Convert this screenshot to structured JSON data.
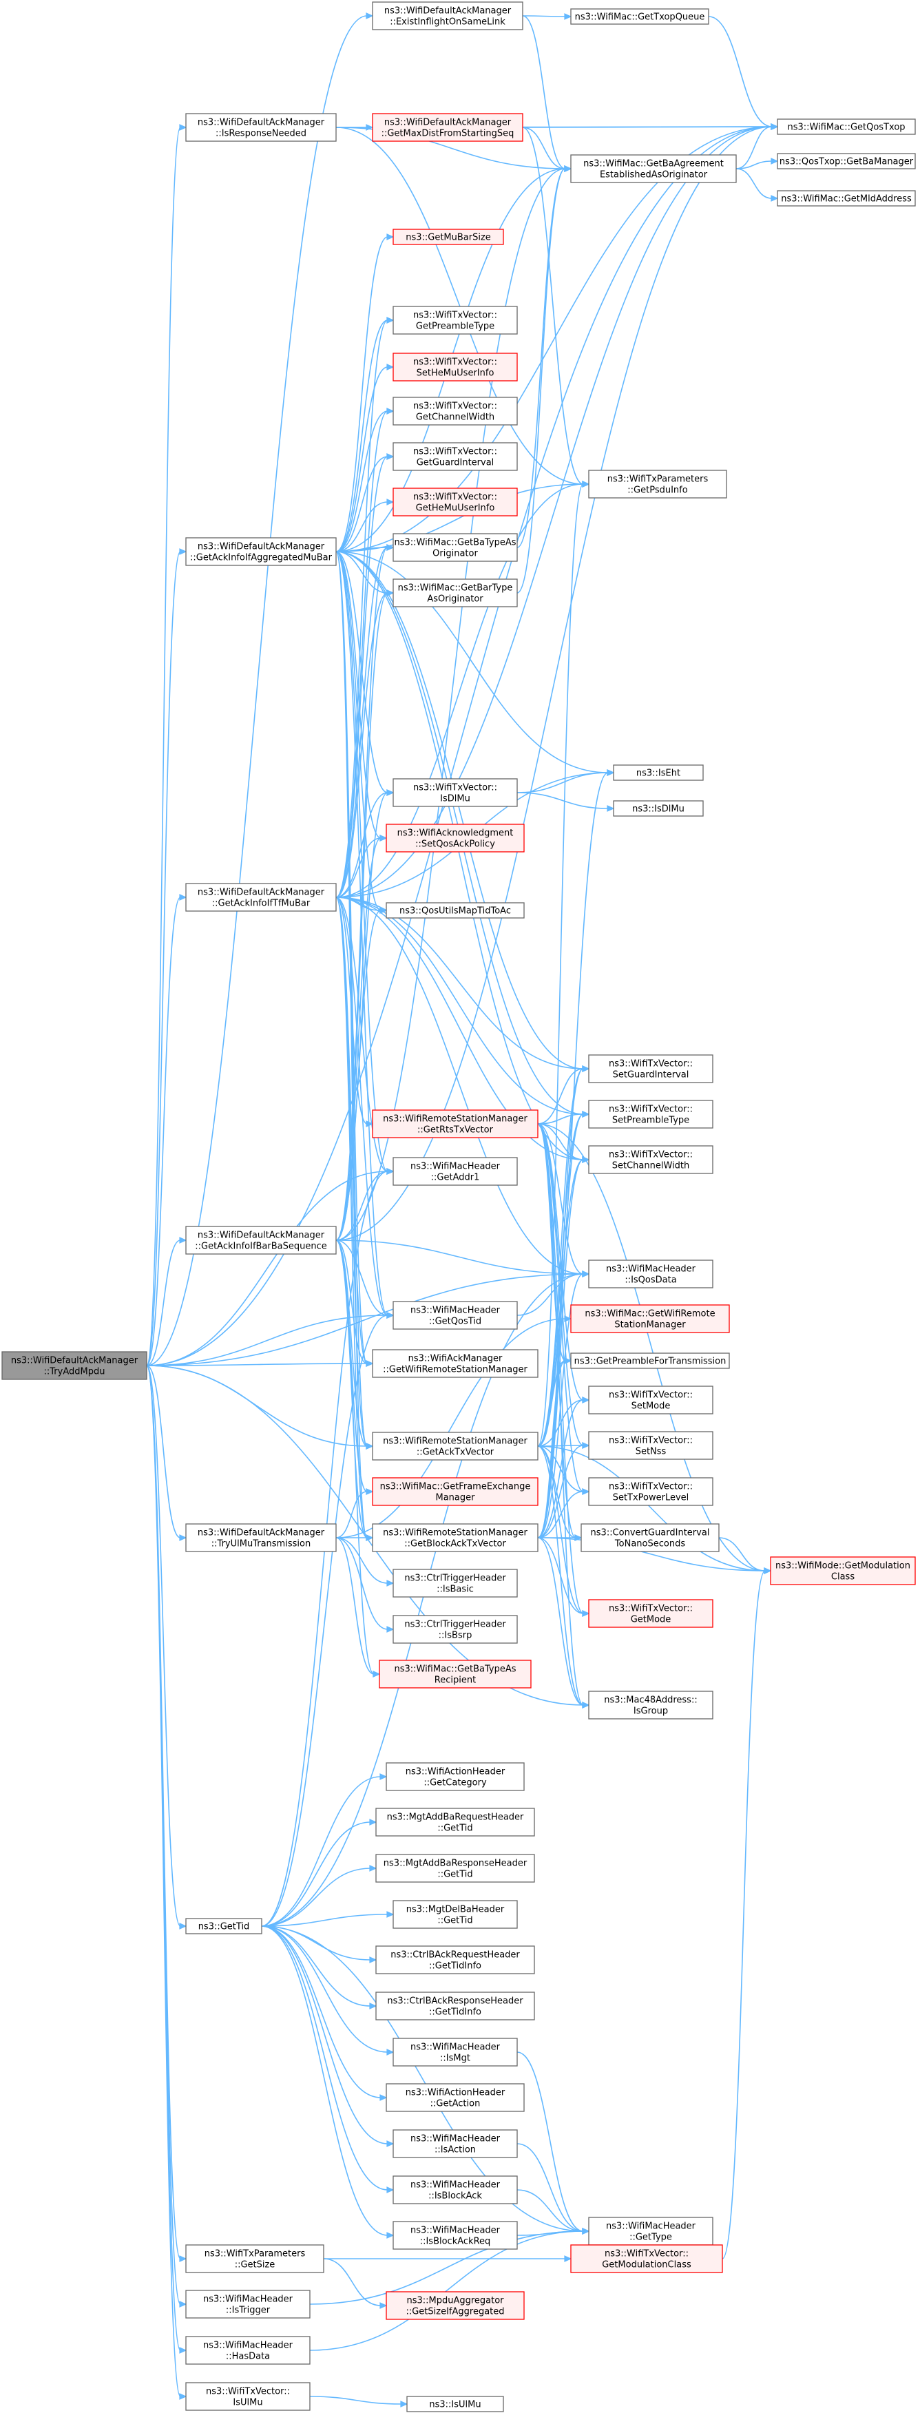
{
  "graph_title": "",
  "colors": {
    "edge": "#63b8ff",
    "node_border": "#666666",
    "node_fill": "#ffffff",
    "root_fill": "#999999",
    "root_border": "#666666",
    "error_border": "#ff0000",
    "error_fill": "#fff0f0",
    "text": "#000000"
  },
  "nodes": [
    {
      "id": "root",
      "lines": [
        "ns3::WifiDefaultAckManager",
        "::TryAddMpdu"
      ],
      "style": "root"
    },
    {
      "id": "n1",
      "lines": [
        "ns3::WifiDefaultAckManager",
        "::ExistInflightOnSameLink"
      ],
      "style": "normal"
    },
    {
      "id": "n2",
      "lines": [
        "ns3::WifiMac::GetTxopQueue"
      ],
      "style": "normal"
    },
    {
      "id": "n3",
      "lines": [
        "ns3::WifiMac::GetQosTxop"
      ],
      "style": "normal"
    },
    {
      "id": "n4",
      "lines": [
        "ns3::WifiDefaultAckManager",
        "::IsResponseNeeded"
      ],
      "style": "normal"
    },
    {
      "id": "n5",
      "lines": [
        "ns3::WifiDefaultAckManager",
        "::GetMaxDistFromStartingSeq"
      ],
      "style": "error"
    },
    {
      "id": "n6",
      "lines": [
        "ns3::WifiMac::GetBaAgreement",
        "EstablishedAsOriginator"
      ],
      "style": "normal"
    },
    {
      "id": "n7",
      "lines": [
        "ns3::QosTxop::GetBaManager"
      ],
      "style": "normal"
    },
    {
      "id": "n8",
      "lines": [
        "ns3::WifiMac::GetMldAddress"
      ],
      "style": "normal"
    },
    {
      "id": "n9",
      "lines": [
        "ns3::GetMuBarSize"
      ],
      "style": "error"
    },
    {
      "id": "n10",
      "lines": [
        "ns3::WifiTxVector::",
        "GetPreambleType"
      ],
      "style": "normal"
    },
    {
      "id": "n11",
      "lines": [
        "ns3::WifiTxParameters",
        "::GetPsduInfo"
      ],
      "style": "normal"
    },
    {
      "id": "n12",
      "lines": [
        "ns3::WifiTxVector::",
        "SetHeMuUserInfo"
      ],
      "style": "error"
    },
    {
      "id": "n13",
      "lines": [
        "ns3::WifiDefaultAckManager",
        "::GetAckInfoIfAggregatedMuBar"
      ],
      "style": "normal"
    },
    {
      "id": "n14",
      "lines": [
        "ns3::WifiTxVector::",
        "GetChannelWidth"
      ],
      "style": "normal"
    },
    {
      "id": "n15",
      "lines": [
        "ns3::WifiTxVector::",
        "GetGuardInterval"
      ],
      "style": "normal"
    },
    {
      "id": "n16",
      "lines": [
        "ns3::WifiTxVector::",
        "GetHeMuUserInfo"
      ],
      "style": "error"
    },
    {
      "id": "n17",
      "lines": [
        "ns3::WifiMac::GetBaTypeAs",
        "Originator"
      ],
      "style": "normal"
    },
    {
      "id": "n18",
      "lines": [
        "ns3::WifiMac::GetBarType",
        "AsOriginator"
      ],
      "style": "normal"
    },
    {
      "id": "n19",
      "lines": [
        "ns3::IsEht"
      ],
      "style": "normal"
    },
    {
      "id": "n20",
      "lines": [
        "ns3::WifiTxVector::",
        "IsDlMu"
      ],
      "style": "normal"
    },
    {
      "id": "n21",
      "lines": [
        "ns3::IsDlMu"
      ],
      "style": "normal"
    },
    {
      "id": "n22",
      "lines": [
        "ns3::WifiAcknowledgment",
        "::SetQosAckPolicy"
      ],
      "style": "error"
    },
    {
      "id": "n23",
      "lines": [
        "ns3::WifiDefaultAckManager",
        "::GetAckInfoIfTfMuBar"
      ],
      "style": "normal"
    },
    {
      "id": "n24",
      "lines": [
        "ns3::QosUtilsMapTidToAc"
      ],
      "style": "normal"
    },
    {
      "id": "n25",
      "lines": [
        "ns3::WifiTxVector::",
        "SetGuardInterval"
      ],
      "style": "normal"
    },
    {
      "id": "n26",
      "lines": [
        "ns3::WifiRemoteStationManager",
        "::GetRtsTxVector"
      ],
      "style": "error"
    },
    {
      "id": "n27",
      "lines": [
        "ns3::WifiTxVector::",
        "SetPreambleType"
      ],
      "style": "normal"
    },
    {
      "id": "n28",
      "lines": [
        "ns3::WifiTxVector::",
        "SetChannelWidth"
      ],
      "style": "normal"
    },
    {
      "id": "n29",
      "lines": [
        "ns3::WifiMacHeader",
        "::GetAddr1"
      ],
      "style": "normal"
    },
    {
      "id": "n30",
      "lines": [
        "ns3::WifiDefaultAckManager",
        "::GetAckInfoIfBarBaSequence"
      ],
      "style": "normal"
    },
    {
      "id": "n31",
      "lines": [
        "ns3::WifiMacHeader",
        "::IsQosData"
      ],
      "style": "normal"
    },
    {
      "id": "n32",
      "lines": [
        "ns3::WifiMac::GetWifiRemote",
        "StationManager"
      ],
      "style": "error"
    },
    {
      "id": "n33",
      "lines": [
        "ns3::WifiMacHeader",
        "::GetQosTid"
      ],
      "style": "normal"
    },
    {
      "id": "n34",
      "lines": [
        "ns3::WifiAckManager",
        "::GetWifiRemoteStationManager"
      ],
      "style": "normal"
    },
    {
      "id": "n35",
      "lines": [
        "ns3::GetPreambleForTransmission"
      ],
      "style": "normal"
    },
    {
      "id": "n36",
      "lines": [
        "ns3::WifiTxVector::",
        "SetMode"
      ],
      "style": "normal"
    },
    {
      "id": "n37",
      "lines": [
        "ns3::WifiRemoteStationManager",
        "::GetAckTxVector"
      ],
      "style": "normal"
    },
    {
      "id": "n38",
      "lines": [
        "ns3::WifiTxVector::",
        "SetNss"
      ],
      "style": "normal"
    },
    {
      "id": "n39",
      "lines": [
        "ns3::WifiMac::GetFrameExchange",
        "Manager"
      ],
      "style": "error"
    },
    {
      "id": "n40",
      "lines": [
        "ns3::WifiTxVector::",
        "SetTxPowerLevel"
      ],
      "style": "normal"
    },
    {
      "id": "n41",
      "lines": [
        "ns3::WifiDefaultAckManager",
        "::TryUlMuTransmission"
      ],
      "style": "normal"
    },
    {
      "id": "n42",
      "lines": [
        "ns3::WifiRemoteStationManager",
        "::GetBlockAckTxVector"
      ],
      "style": "normal"
    },
    {
      "id": "n43",
      "lines": [
        "ns3::ConvertGuardInterval",
        "ToNanoSeconds"
      ],
      "style": "normal"
    },
    {
      "id": "n44",
      "lines": [
        "ns3::WifiMode::GetModulation",
        "Class"
      ],
      "style": "error"
    },
    {
      "id": "n45",
      "lines": [
        "ns3::CtrlTriggerHeader",
        "::IsBasic"
      ],
      "style": "normal"
    },
    {
      "id": "n46",
      "lines": [
        "ns3::WifiTxVector::",
        "GetMode"
      ],
      "style": "error"
    },
    {
      "id": "n47",
      "lines": [
        "ns3::CtrlTriggerHeader",
        "::IsBsrp"
      ],
      "style": "normal"
    },
    {
      "id": "n48",
      "lines": [
        "ns3::WifiMac::GetBaTypeAs",
        "Recipient"
      ],
      "style": "error"
    },
    {
      "id": "n49",
      "lines": [
        "ns3::Mac48Address::",
        "IsGroup"
      ],
      "style": "normal"
    },
    {
      "id": "n50",
      "lines": [
        "ns3::WifiActionHeader",
        "::GetCategory"
      ],
      "style": "normal"
    },
    {
      "id": "n51",
      "lines": [
        "ns3::MgtAddBaRequestHeader",
        "::GetTid"
      ],
      "style": "normal"
    },
    {
      "id": "n52",
      "lines": [
        "ns3::MgtAddBaResponseHeader",
        "::GetTid"
      ],
      "style": "normal"
    },
    {
      "id": "n53",
      "lines": [
        "ns3::MgtDelBaHeader",
        "::GetTid"
      ],
      "style": "normal"
    },
    {
      "id": "n54",
      "lines": [
        "ns3::GetTid"
      ],
      "style": "normal"
    },
    {
      "id": "n55",
      "lines": [
        "ns3::CtrlBAckRequestHeader",
        "::GetTidInfo"
      ],
      "style": "normal"
    },
    {
      "id": "n56",
      "lines": [
        "ns3::CtrlBAckResponseHeader",
        "::GetTidInfo"
      ],
      "style": "normal"
    },
    {
      "id": "n57",
      "lines": [
        "ns3::WifiMacHeader",
        "::IsMgt"
      ],
      "style": "normal"
    },
    {
      "id": "n58",
      "lines": [
        "ns3::WifiActionHeader",
        "::GetAction"
      ],
      "style": "normal"
    },
    {
      "id": "n59",
      "lines": [
        "ns3::WifiMacHeader",
        "::IsAction"
      ],
      "style": "normal"
    },
    {
      "id": "n60",
      "lines": [
        "ns3::WifiMacHeader",
        "::IsBlockAck"
      ],
      "style": "normal"
    },
    {
      "id": "n61",
      "lines": [
        "ns3::WifiMacHeader",
        "::GetType"
      ],
      "style": "normal"
    },
    {
      "id": "n62",
      "lines": [
        "ns3::WifiMacHeader",
        "::IsBlockAckReq"
      ],
      "style": "normal"
    },
    {
      "id": "n63",
      "lines": [
        "ns3::WifiTxParameters",
        "::GetSize"
      ],
      "style": "normal"
    },
    {
      "id": "n64",
      "lines": [
        "ns3::WifiTxVector::",
        "GetModulationClass"
      ],
      "style": "error"
    },
    {
      "id": "n65",
      "lines": [
        "ns3::WifiMacHeader",
        "::IsTrigger"
      ],
      "style": "normal"
    },
    {
      "id": "n66",
      "lines": [
        "ns3::MpduAggregator",
        "::GetSizeIfAggregated"
      ],
      "style": "error"
    },
    {
      "id": "n67",
      "lines": [
        "ns3::WifiMacHeader",
        "::HasData"
      ],
      "style": "normal"
    },
    {
      "id": "n68",
      "lines": [
        "ns3::WifiTxVector::",
        "IsUlMu"
      ],
      "style": "normal"
    },
    {
      "id": "n69",
      "lines": [
        "ns3::IsUlMu"
      ],
      "style": "normal"
    }
  ],
  "edges": [
    [
      "root",
      "n1"
    ],
    [
      "root",
      "n4"
    ],
    [
      "root",
      "n13"
    ],
    [
      "root",
      "n23"
    ],
    [
      "root",
      "n30"
    ],
    [
      "root",
      "n33"
    ],
    [
      "root",
      "n34"
    ],
    [
      "root",
      "n41"
    ],
    [
      "root",
      "n54"
    ],
    [
      "root",
      "n63"
    ],
    [
      "root",
      "n65"
    ],
    [
      "root",
      "n67"
    ],
    [
      "root",
      "n68"
    ],
    [
      "root",
      "n3"
    ],
    [
      "root",
      "n29"
    ],
    [
      "root",
      "n31"
    ],
    [
      "root",
      "n49"
    ],
    [
      "root",
      "n37"
    ],
    [
      "n1",
      "n2"
    ],
    [
      "n1",
      "n6"
    ],
    [
      "n2",
      "n3"
    ],
    [
      "n4",
      "n5"
    ],
    [
      "n4",
      "n6"
    ],
    [
      "n4",
      "n3"
    ],
    [
      "n4",
      "n11"
    ],
    [
      "n5",
      "n3"
    ],
    [
      "n5",
      "n6"
    ],
    [
      "n5",
      "n11"
    ],
    [
      "n6",
      "n7"
    ],
    [
      "n6",
      "n8"
    ],
    [
      "n6",
      "n3"
    ],
    [
      "n13",
      "n9"
    ],
    [
      "n13",
      "n10"
    ],
    [
      "n13",
      "n11"
    ],
    [
      "n13",
      "n12"
    ],
    [
      "n13",
      "n14"
    ],
    [
      "n13",
      "n15"
    ],
    [
      "n13",
      "n16"
    ],
    [
      "n13",
      "n17"
    ],
    [
      "n13",
      "n18"
    ],
    [
      "n13",
      "n19"
    ],
    [
      "n13",
      "n20"
    ],
    [
      "n13",
      "n22"
    ],
    [
      "n13",
      "n24"
    ],
    [
      "n13",
      "n29"
    ],
    [
      "n13",
      "n33"
    ],
    [
      "n13",
      "n3"
    ],
    [
      "n13",
      "n6"
    ],
    [
      "n13",
      "n34"
    ],
    [
      "n13",
      "n37"
    ],
    [
      "n13",
      "n42"
    ],
    [
      "n13",
      "n25"
    ],
    [
      "n13",
      "n27"
    ],
    [
      "n13",
      "n28"
    ],
    [
      "n17",
      "n6"
    ],
    [
      "n18",
      "n6"
    ],
    [
      "n20",
      "n19"
    ],
    [
      "n20",
      "n21"
    ],
    [
      "n23",
      "n10"
    ],
    [
      "n23",
      "n11"
    ],
    [
      "n23",
      "n14"
    ],
    [
      "n23",
      "n15"
    ],
    [
      "n23",
      "n17"
    ],
    [
      "n23",
      "n18"
    ],
    [
      "n23",
      "n20"
    ],
    [
      "n23",
      "n22"
    ],
    [
      "n23",
      "n24"
    ],
    [
      "n23",
      "n25"
    ],
    [
      "n23",
      "n26"
    ],
    [
      "n23",
      "n27"
    ],
    [
      "n23",
      "n28"
    ],
    [
      "n23",
      "n29"
    ],
    [
      "n23",
      "n33"
    ],
    [
      "n23",
      "n34"
    ],
    [
      "n23",
      "n37"
    ],
    [
      "n23",
      "n42"
    ],
    [
      "n23",
      "n3"
    ],
    [
      "n23",
      "n19"
    ],
    [
      "n23",
      "n31"
    ],
    [
      "n26",
      "n25"
    ],
    [
      "n26",
      "n27"
    ],
    [
      "n26",
      "n28"
    ],
    [
      "n26",
      "n35"
    ],
    [
      "n26",
      "n36"
    ],
    [
      "n26",
      "n38"
    ],
    [
      "n26",
      "n40"
    ],
    [
      "n26",
      "n43"
    ],
    [
      "n26",
      "n44"
    ],
    [
      "n26",
      "n46"
    ],
    [
      "n26",
      "n49"
    ],
    [
      "n26",
      "n31"
    ],
    [
      "n30",
      "n17"
    ],
    [
      "n30",
      "n18"
    ],
    [
      "n30",
      "n20"
    ],
    [
      "n30",
      "n22"
    ],
    [
      "n30",
      "n24"
    ],
    [
      "n30",
      "n29"
    ],
    [
      "n30",
      "n31"
    ],
    [
      "n30",
      "n33"
    ],
    [
      "n30",
      "n34"
    ],
    [
      "n30",
      "n37"
    ],
    [
      "n30",
      "n39"
    ],
    [
      "n30",
      "n42"
    ],
    [
      "n30",
      "n6"
    ],
    [
      "n30",
      "n3"
    ],
    [
      "n30",
      "n48"
    ],
    [
      "n33",
      "n31"
    ],
    [
      "n37",
      "n25"
    ],
    [
      "n37",
      "n27"
    ],
    [
      "n37",
      "n28"
    ],
    [
      "n37",
      "n35"
    ],
    [
      "n37",
      "n36"
    ],
    [
      "n37",
      "n38"
    ],
    [
      "n37",
      "n40"
    ],
    [
      "n37",
      "n43"
    ],
    [
      "n37",
      "n44"
    ],
    [
      "n37",
      "n46"
    ],
    [
      "n37",
      "n49"
    ],
    [
      "n37",
      "n11"
    ],
    [
      "n37",
      "n19"
    ],
    [
      "n41",
      "n32"
    ],
    [
      "n41",
      "n42"
    ],
    [
      "n41",
      "n45"
    ],
    [
      "n41",
      "n47"
    ],
    [
      "n41",
      "n48"
    ],
    [
      "n41",
      "n39"
    ],
    [
      "n42",
      "n25"
    ],
    [
      "n42",
      "n27"
    ],
    [
      "n42",
      "n28"
    ],
    [
      "n42",
      "n35"
    ],
    [
      "n42",
      "n36"
    ],
    [
      "n42",
      "n38"
    ],
    [
      "n42",
      "n40"
    ],
    [
      "n42",
      "n43"
    ],
    [
      "n42",
      "n44"
    ],
    [
      "n42",
      "n46"
    ],
    [
      "n42",
      "n49"
    ],
    [
      "n42",
      "n31"
    ],
    [
      "n43",
      "n44"
    ],
    [
      "n54",
      "n29"
    ],
    [
      "n54",
      "n33"
    ],
    [
      "n54",
      "n50"
    ],
    [
      "n54",
      "n51"
    ],
    [
      "n54",
      "n52"
    ],
    [
      "n54",
      "n53"
    ],
    [
      "n54",
      "n55"
    ],
    [
      "n54",
      "n56"
    ],
    [
      "n54",
      "n57"
    ],
    [
      "n54",
      "n58"
    ],
    [
      "n54",
      "n59"
    ],
    [
      "n54",
      "n60"
    ],
    [
      "n54",
      "n62"
    ],
    [
      "n54",
      "n31"
    ],
    [
      "n54",
      "n61"
    ],
    [
      "n57",
      "n61"
    ],
    [
      "n59",
      "n61"
    ],
    [
      "n60",
      "n61"
    ],
    [
      "n62",
      "n61"
    ],
    [
      "n63",
      "n64"
    ],
    [
      "n63",
      "n66"
    ],
    [
      "n64",
      "n44"
    ],
    [
      "n65",
      "n61"
    ],
    [
      "n67",
      "n61"
    ],
    [
      "n68",
      "n69"
    ]
  ]
}
